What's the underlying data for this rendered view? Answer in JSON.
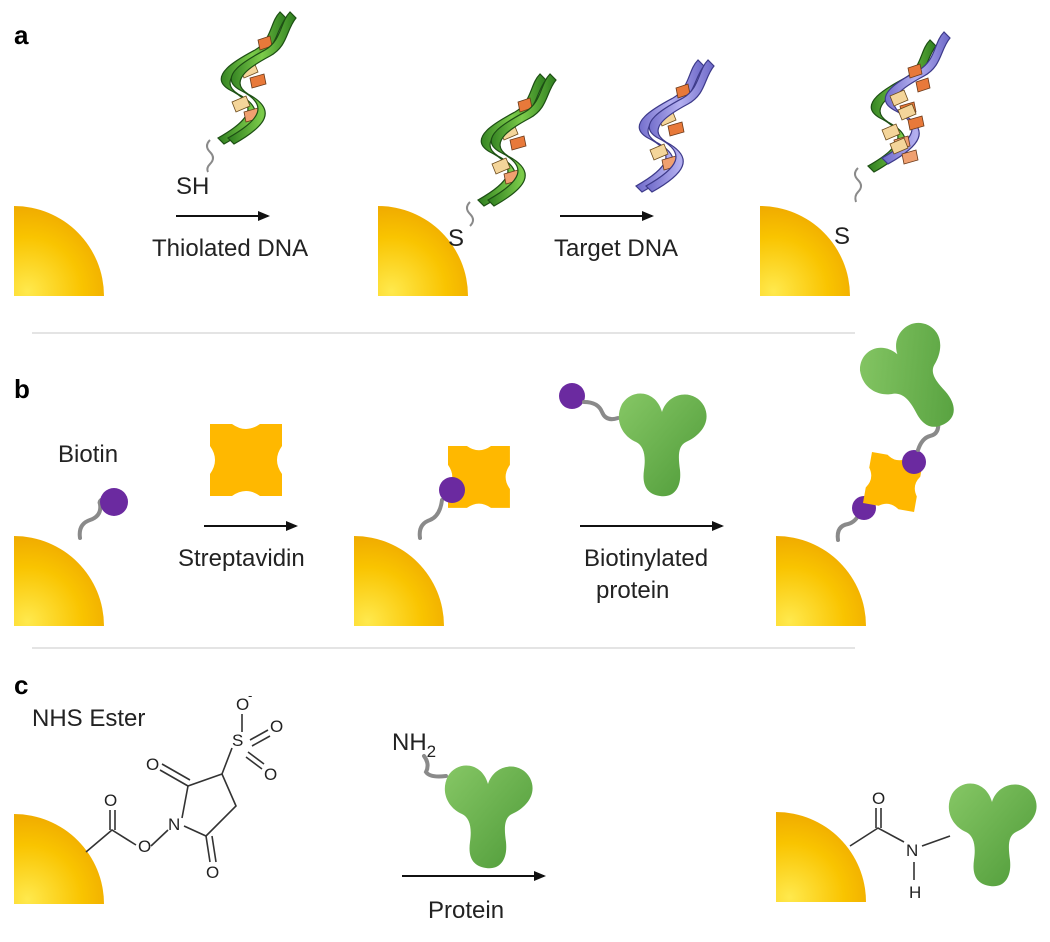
{
  "panels": {
    "a": {
      "letter": "a",
      "thiol_label": "SH",
      "step1_label": "Thiolated DNA",
      "sulfur_label_1": "S",
      "step2_label": "Target DNA",
      "sulfur_label_2": "S"
    },
    "b": {
      "letter": "b",
      "biotin_label": "Biotin",
      "step1_label": "Streptavidin",
      "step2_label_line1": "Biotinylated",
      "step2_label_line2": "protein"
    },
    "c": {
      "letter": "c",
      "nhs_label": "NHS Ester",
      "amine_label": "NH",
      "amine_subscript": "2",
      "step_label": "Protein",
      "atom_o": "O",
      "atom_s": "S",
      "atom_n": "N",
      "atom_h": "H",
      "charge_minus": "-"
    }
  },
  "colors": {
    "gold": "#f5b800",
    "gold_light": "#ffe24a",
    "dna_green": "#3f9a2a",
    "dna_purple": "#8b86d9",
    "base_orange": "#e8793a",
    "base_pale": "#f4d59a",
    "streptavidin": "#ffb800",
    "biotin_purple": "#6b2aa0",
    "protein_green": "#6ab04c",
    "divider": "#d9d9d9"
  }
}
